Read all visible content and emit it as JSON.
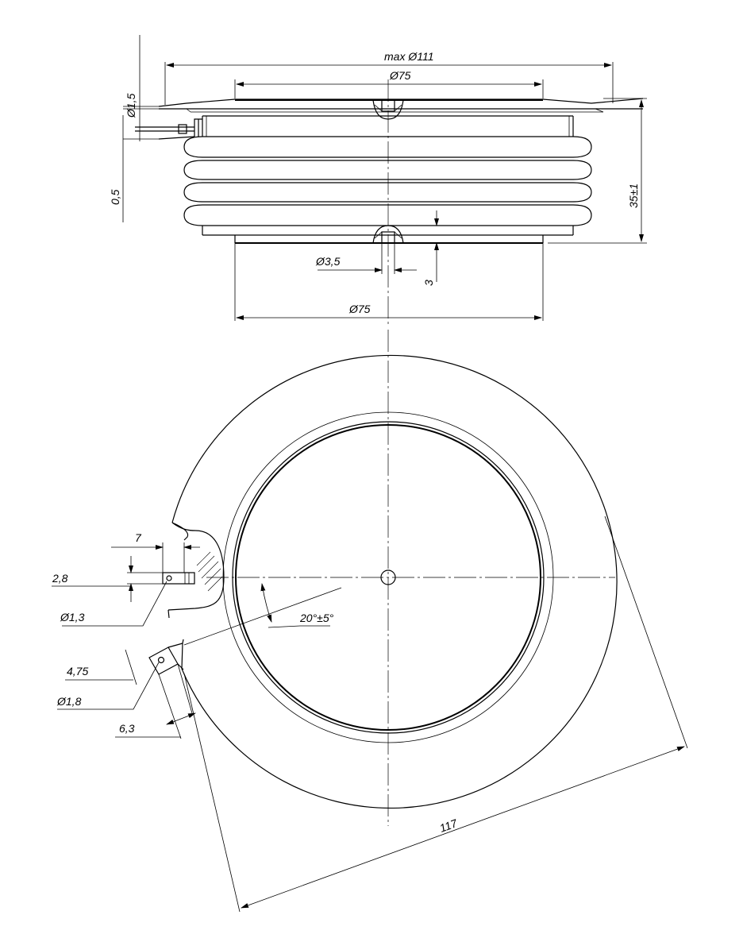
{
  "side_view": {
    "dim_max_diameter": "max Ø111",
    "dim_top_diameter": "Ø75",
    "dim_flange_thickness": "Ø1,5",
    "dim_gap": "0,5",
    "dim_height": "35±1",
    "dim_hole_diameter": "Ø3,5",
    "dim_hole_depth": "3",
    "dim_bottom_diameter": "Ø75"
  },
  "top_view": {
    "dim_seven": "7",
    "dim_two_eight": "2,8",
    "dim_one_three": "Ø1,3",
    "dim_angle": "20°±5°",
    "dim_four_seventy_five": "4,75",
    "dim_one_eight": "Ø1,8",
    "dim_six_three": "6,3",
    "dim_overall": "117"
  }
}
